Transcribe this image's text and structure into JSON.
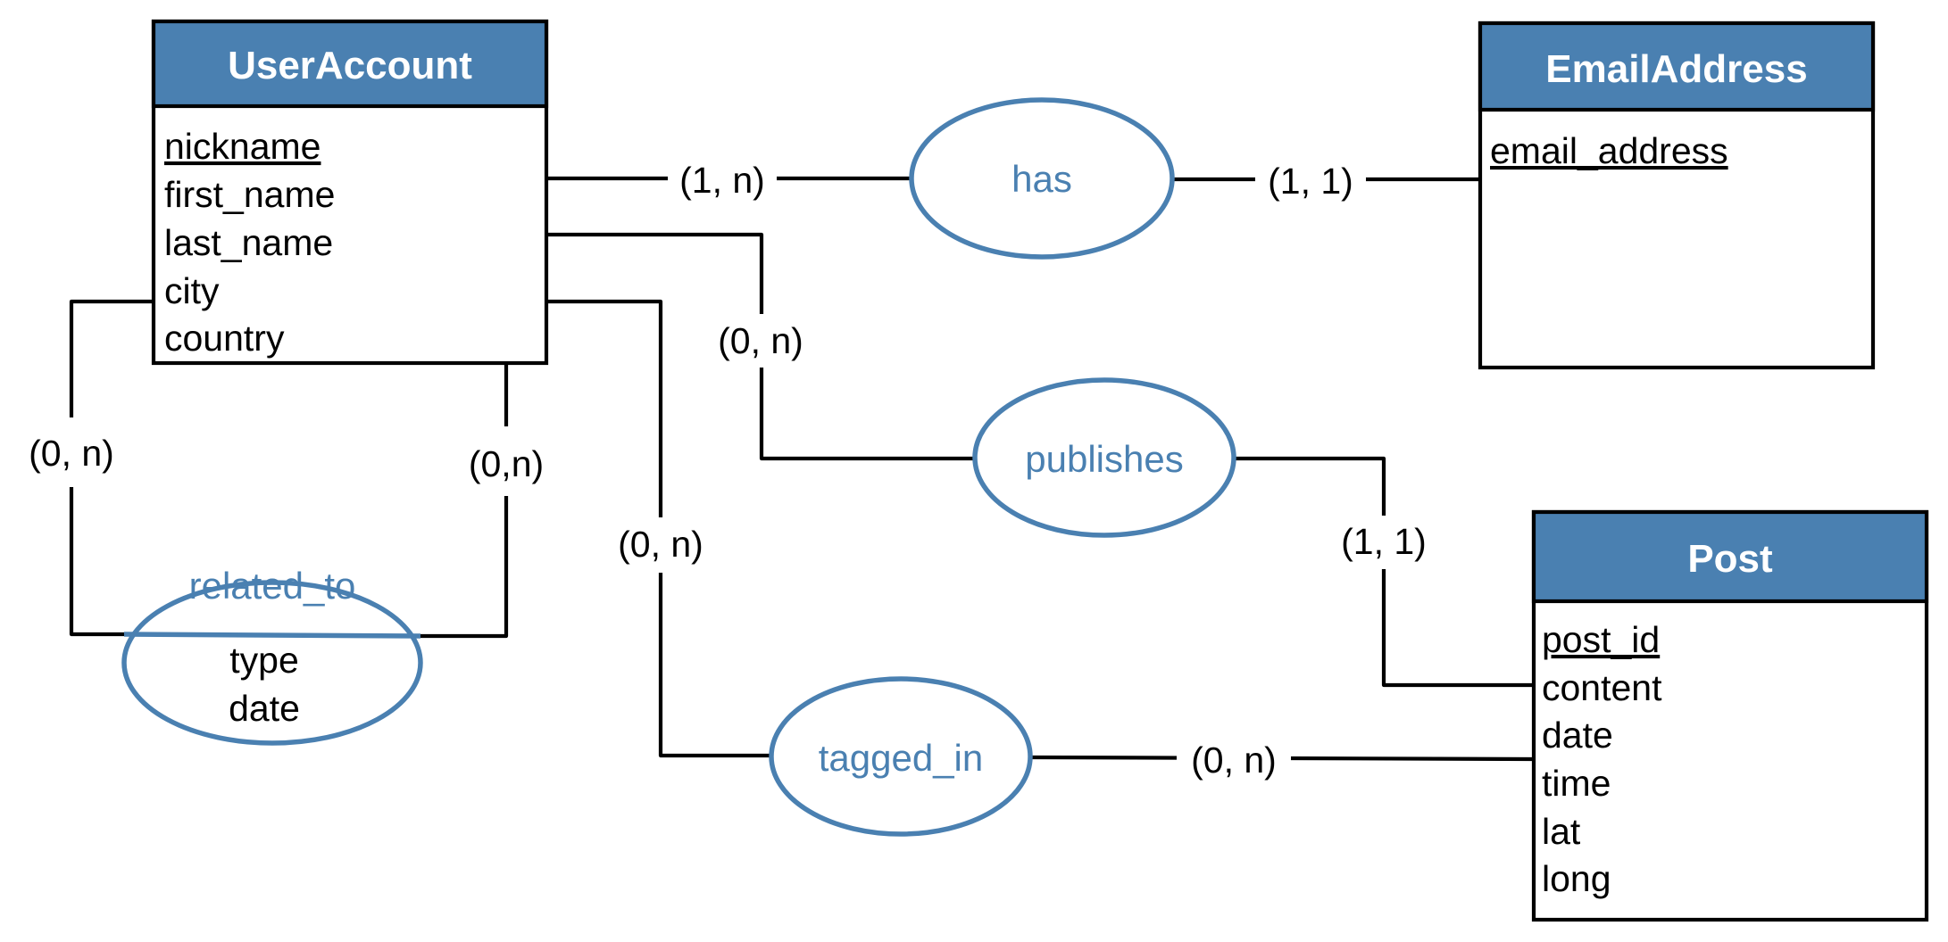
{
  "entities": {
    "user_account": {
      "title": "UserAccount",
      "key_attribute": "nickname",
      "attributes": [
        "first_name",
        "last_name",
        "city",
        "country"
      ]
    },
    "email_address": {
      "title": "EmailAddress",
      "key_attribute": "email_address",
      "attributes": []
    },
    "post": {
      "title": "Post",
      "key_attribute": "post_id",
      "attributes": [
        "content",
        "date",
        "time",
        "lat",
        "long"
      ]
    }
  },
  "relationships": {
    "has": {
      "name": "has",
      "attributes": []
    },
    "publishes": {
      "name": "publishes",
      "attributes": []
    },
    "tagged_in": {
      "name": "tagged_in",
      "attributes": []
    },
    "related_to": {
      "name": "related_to",
      "attributes": [
        "type",
        "date"
      ]
    }
  },
  "cardinalities": {
    "has_user": "(1, n)",
    "has_email": "(1, 1)",
    "publishes_user": "(0, n)",
    "publishes_post": "(1, 1)",
    "tagged_user": "(0, n)",
    "tagged_post": "(0, n)",
    "related_left": "(0, n)",
    "related_right": "(0,n)"
  },
  "colors": {
    "header_fill": "#4a80b1",
    "relationship_stroke": "#4a80b1",
    "lines": "#000000"
  }
}
